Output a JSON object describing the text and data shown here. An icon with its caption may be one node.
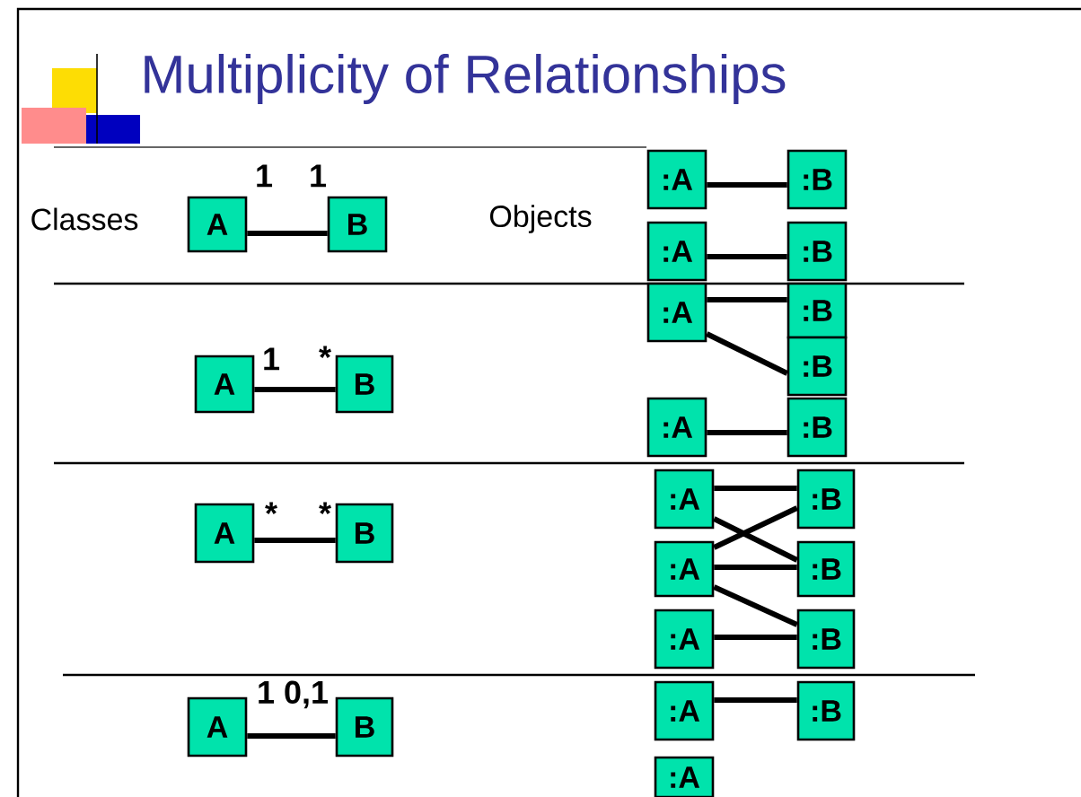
{
  "diagram": {
    "title": "Multiplicity of Relationships",
    "nodes": [
      {
        "text": [
          "A"
        ]
      },
      {
        "text": [
          "B"
        ]
      },
      {
        "text": [
          ":A"
        ]
      },
      {
        "text": [
          ":B"
        ]
      },
      {
        "text": [
          ":A"
        ]
      },
      {
        "text": [
          ":B"
        ]
      },
      {
        "text": [
          "A"
        ]
      },
      {
        "text": [
          "B"
        ]
      },
      {
        "text": [
          ":A"
        ]
      },
      {
        "text": [
          ":B"
        ]
      },
      {
        "text": [
          ":B"
        ]
      },
      {
        "text": [
          ":A"
        ]
      },
      {
        "text": [
          ":B"
        ]
      },
      {
        "text": [
          "A"
        ]
      },
      {
        "text": [
          "B"
        ]
      },
      {
        "text": [
          ":A"
        ]
      },
      {
        "text": [
          ":B"
        ]
      },
      {
        "text": [
          ":A"
        ]
      },
      {
        "text": [
          ":B"
        ]
      },
      {
        "text": [
          ":A"
        ]
      },
      {
        "text": [
          ":B"
        ]
      },
      {
        "text": [
          "A"
        ]
      },
      {
        "text": [
          "B"
        ]
      },
      {
        "text": [
          ":A"
        ]
      },
      {
        "text": [
          ":B"
        ]
      },
      {
        "text": [
          ":A"
        ]
      }
    ],
    "edges": [
      {
        "from": 0,
        "to": 1,
        "arrow": "none"
      },
      {
        "from": 2,
        "to": 3,
        "arrow": "none"
      },
      {
        "from": 4,
        "to": 5,
        "arrow": "none"
      },
      {
        "from": 6,
        "to": 7,
        "arrow": "none"
      },
      {
        "from": 8,
        "to": 9,
        "arrow": "none"
      },
      {
        "from": 8,
        "to": 10,
        "arrow": "none"
      },
      {
        "from": 11,
        "to": 12,
        "arrow": "none"
      },
      {
        "from": 13,
        "to": 14,
        "arrow": "none"
      },
      {
        "from": 15,
        "to": 16,
        "arrow": "none"
      },
      {
        "from": 15,
        "to": 18,
        "arrow": "none"
      },
      {
        "from": 17,
        "to": 16,
        "arrow": "none"
      },
      {
        "from": 17,
        "to": 18,
        "arrow": "none"
      },
      {
        "from": 17,
        "to": 20,
        "arrow": "none"
      },
      {
        "from": 19,
        "to": 20,
        "arrow": "none"
      },
      {
        "from": 21,
        "to": 22,
        "arrow": "none"
      },
      {
        "from": 23,
        "to": 24,
        "arrow": "none"
      }
    ],
    "labels": [
      "Classes",
      "1",
      "1",
      "Objects",
      "1",
      "*",
      "*",
      "*",
      "1 0,1"
    ]
  }
}
